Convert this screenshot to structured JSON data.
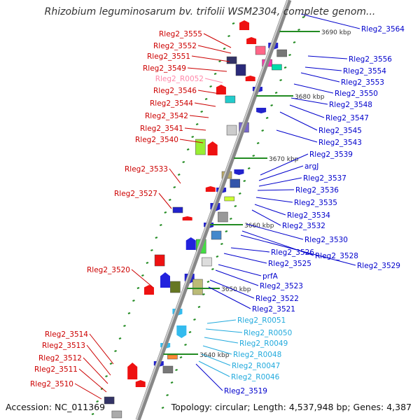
{
  "title": "Rhizobium leguminosarum bv. trifolii WSM2304, complete genom...",
  "accession": "Accession: NC_011369",
  "topology": "Topology: circular; Length: 4,537,948 bp; Genes: 4,387",
  "colors": {
    "backbone": "#888888",
    "left_labels": "#cc0000",
    "right_labels": "#0000cc",
    "rna_left": "#ff88aa",
    "rna_right": "#22aadd",
    "tick": "#228b22"
  },
  "scale_labels": [
    "3690 kbp",
    "3680 kbp",
    "3670 kbp",
    "3660 kbp",
    "3650 kbp",
    "3640 kbp"
  ],
  "left_labels": [
    "Rleg2_3555",
    "Rleg2_3552",
    "Rleg2_3551",
    "Rleg2_3549",
    "Rleg2_R0052",
    "Rleg2_3546",
    "Rleg2_3544",
    "Rleg2_3542",
    "Rleg2_3541",
    "Rleg2_3540",
    "Rleg2_3533",
    "Rleg2_3527",
    "Rleg2_3520",
    "Rleg2_3514",
    "Rleg2_3513",
    "Rleg2_3512",
    "Rleg2_3511",
    "Rleg2_3510"
  ],
  "right_labels": [
    "Rleg2_3564",
    "Rleg2_3556",
    "Rleg2_3554",
    "Rleg2_3553",
    "Rleg2_3550",
    "Rleg2_3548",
    "Rleg2_3547",
    "Rleg2_3545",
    "Rleg2_3543",
    "Rleg2_3539",
    "argJ",
    "Rleg2_3537",
    "Rleg2_3536",
    "Rleg2_3535",
    "Rleg2_3534",
    "Rleg2_3532",
    "Rleg2_3530",
    "Rleg2_3528",
    "Rleg2_3529",
    "Rleg2_3526",
    "Rleg2_3525",
    "prfA",
    "Rleg2_3523",
    "Rleg2_3522",
    "Rleg2_3521",
    "Rleg2_R0051",
    "Rleg2_R0050",
    "Rleg2_R0049",
    "Rleg2_R0048",
    "Rleg2_R0047",
    "Rleg2_R0046",
    "Rleg2_3519"
  ]
}
